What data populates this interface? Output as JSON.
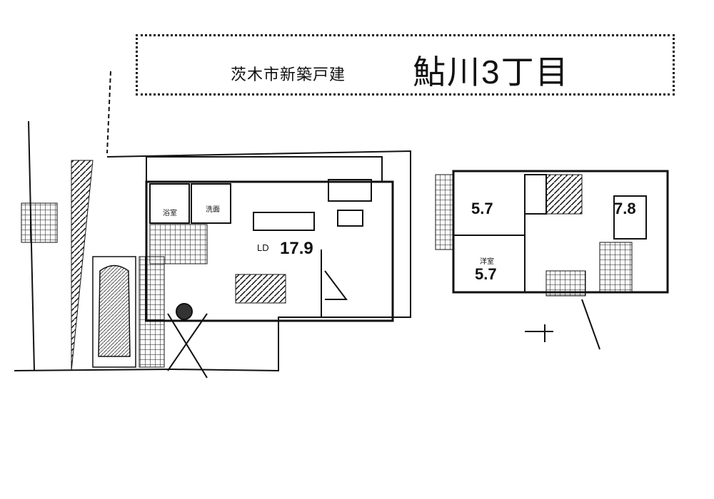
{
  "header": {
    "subtitle": "茨木市新築戸建",
    "title": "鮎川3丁目"
  },
  "floor1": {
    "ld_label": "LD",
    "ld_size": "17.9",
    "bath_label": "浴室",
    "washroom_label": "洗面"
  },
  "floor2": {
    "room1_size": "5.7",
    "room2_label": "洋室",
    "room2_size": "5.7",
    "room3_size": "7.8"
  }
}
